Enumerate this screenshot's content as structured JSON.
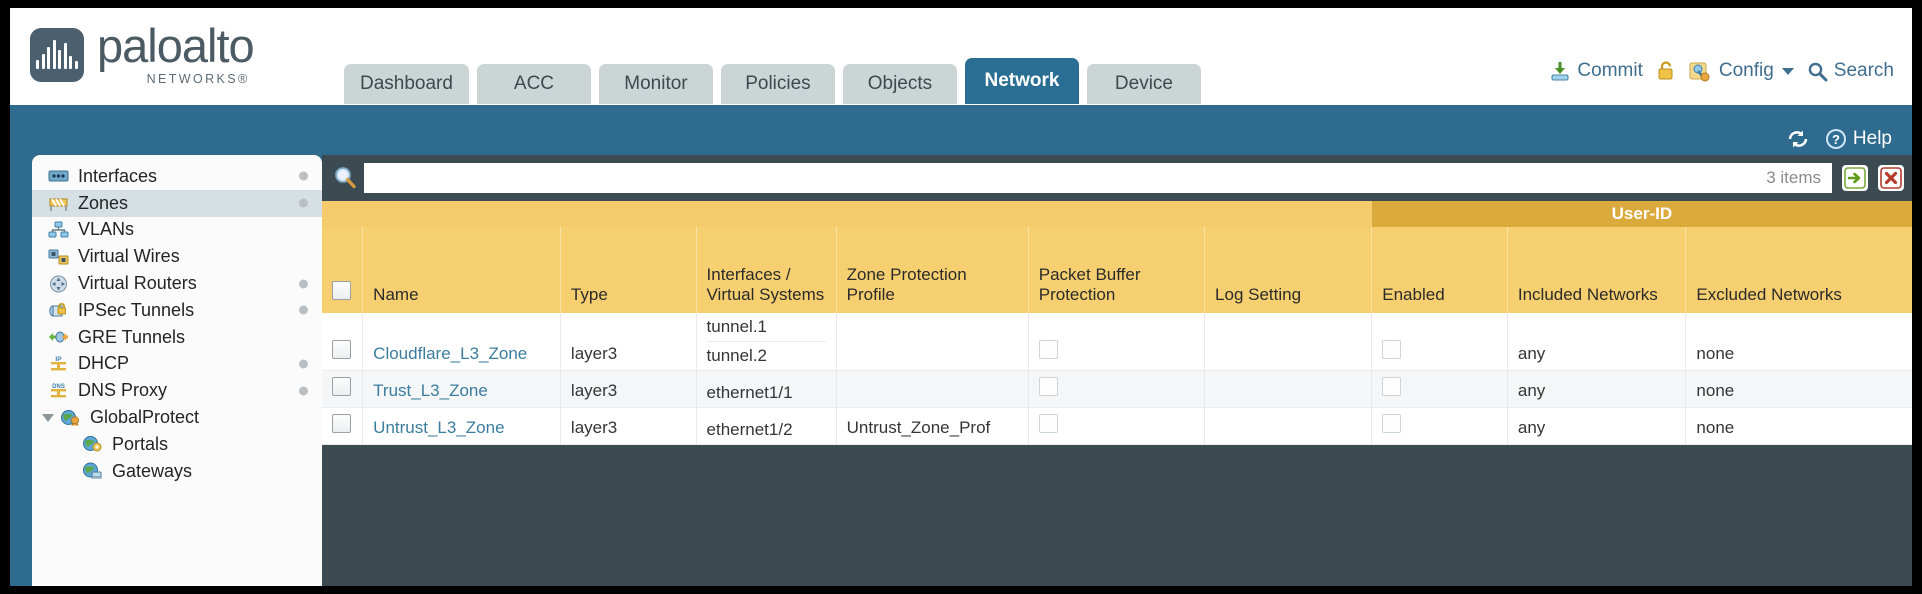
{
  "brand": {
    "name": "paloalto",
    "tagline": "NETWORKS",
    "registered": "®"
  },
  "nav": {
    "tabs": [
      {
        "label": "Dashboard",
        "active": false
      },
      {
        "label": "ACC",
        "active": false
      },
      {
        "label": "Monitor",
        "active": false
      },
      {
        "label": "Policies",
        "active": false
      },
      {
        "label": "Objects",
        "active": false
      },
      {
        "label": "Network",
        "active": true
      },
      {
        "label": "Device",
        "active": false
      }
    ],
    "actions": [
      {
        "label": "Commit",
        "icon": "commit-icon"
      },
      {
        "label": "",
        "icon": "lock-icon"
      },
      {
        "label": "Config",
        "icon": "config-icon",
        "caret": true
      },
      {
        "label": "Search",
        "icon": "search-icon"
      }
    ]
  },
  "bluebar": {
    "refresh_label": "",
    "help_label": "Help"
  },
  "sidebar": {
    "items": [
      {
        "label": "Interfaces",
        "icon": "interfaces-icon",
        "dot": true,
        "selected": false,
        "child": false,
        "twisty": false
      },
      {
        "label": "Zones",
        "icon": "zones-icon",
        "dot": true,
        "selected": true,
        "child": false,
        "twisty": false
      },
      {
        "label": "VLANs",
        "icon": "vlans-icon",
        "dot": false,
        "selected": false,
        "child": false,
        "twisty": false
      },
      {
        "label": "Virtual Wires",
        "icon": "virtual-wires-icon",
        "dot": false,
        "selected": false,
        "child": false,
        "twisty": false
      },
      {
        "label": "Virtual Routers",
        "icon": "virtual-routers-icon",
        "dot": true,
        "selected": false,
        "child": false,
        "twisty": false
      },
      {
        "label": "IPSec Tunnels",
        "icon": "ipsec-tunnels-icon",
        "dot": true,
        "selected": false,
        "child": false,
        "twisty": false
      },
      {
        "label": "GRE Tunnels",
        "icon": "gre-tunnels-icon",
        "dot": false,
        "selected": false,
        "child": false,
        "twisty": false
      },
      {
        "label": "DHCP",
        "icon": "dhcp-icon",
        "dot": true,
        "selected": false,
        "child": false,
        "twisty": false
      },
      {
        "label": "DNS Proxy",
        "icon": "dns-proxy-icon",
        "dot": true,
        "selected": false,
        "child": false,
        "twisty": false
      },
      {
        "label": "GlobalProtect",
        "icon": "globalprotect-icon",
        "dot": false,
        "selected": false,
        "child": false,
        "twisty": true
      },
      {
        "label": "Portals",
        "icon": "portals-icon",
        "dot": false,
        "selected": false,
        "child": true,
        "twisty": false
      },
      {
        "label": "Gateways",
        "icon": "gateways-icon",
        "dot": false,
        "selected": false,
        "child": true,
        "twisty": false
      }
    ]
  },
  "search": {
    "value": "",
    "placeholder": "",
    "item_count": "3 items",
    "apply_label": "",
    "clear_label": ""
  },
  "table": {
    "group_headers": [
      {
        "label": "",
        "span": 7
      },
      {
        "label": "User-ID",
        "span": 3
      }
    ],
    "columns": [
      "Name",
      "Type",
      "Interfaces / Virtual Systems",
      "Zone Protection Profile",
      "Packet Buffer Protection",
      "Log Setting",
      "Enabled",
      "Included Networks",
      "Excluded Networks"
    ],
    "rows": [
      {
        "selected": false,
        "name": "Cloudflare_L3_Zone",
        "type": "layer3",
        "interfaces": [
          "tunnel.1",
          "tunnel.2"
        ],
        "zone_protection_profile": "",
        "packet_buffer_protection": false,
        "log_setting": "",
        "userid_enabled": false,
        "included_networks": "any",
        "excluded_networks": "none"
      },
      {
        "selected": false,
        "name": "Trust_L3_Zone",
        "type": "layer3",
        "interfaces": [
          "ethernet1/1"
        ],
        "zone_protection_profile": "",
        "packet_buffer_protection": false,
        "log_setting": "",
        "userid_enabled": false,
        "included_networks": "any",
        "excluded_networks": "none"
      },
      {
        "selected": false,
        "name": "Untrust_L3_Zone",
        "type": "layer3",
        "interfaces": [
          "ethernet1/2"
        ],
        "zone_protection_profile": "Untrust_Zone_Prof",
        "packet_buffer_protection": false,
        "log_setting": "",
        "userid_enabled": false,
        "included_networks": "any",
        "excluded_networks": "none"
      }
    ]
  },
  "colors": {
    "brand_blue": "#2e6b8e",
    "active_tab": "#2a6f93",
    "header_amber": "#f6d070",
    "group_amber": "#dbaa3c",
    "link_blue": "#3b7d9e",
    "panel_dark": "#3c4a52"
  }
}
